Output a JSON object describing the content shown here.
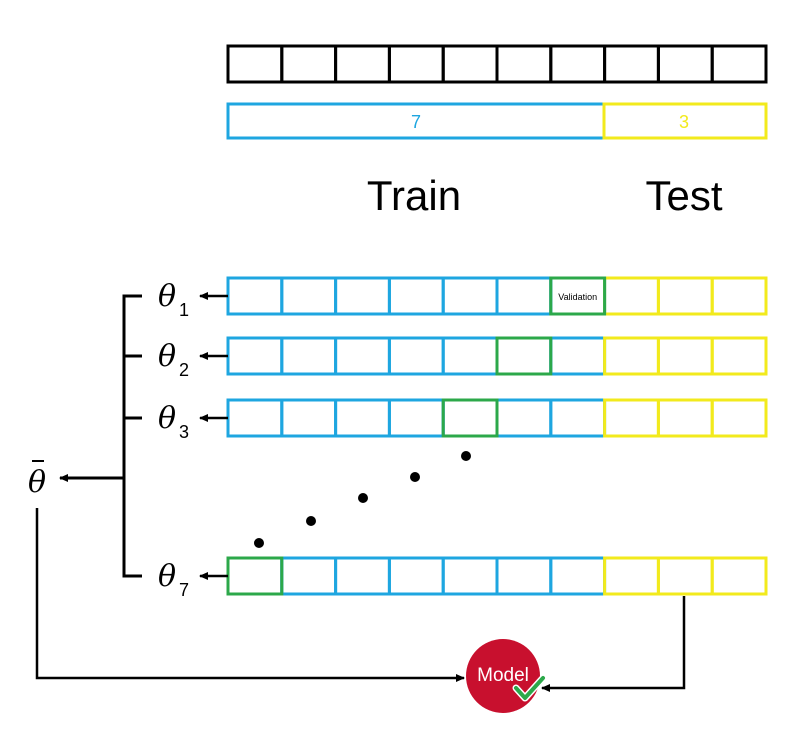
{
  "split": {
    "train_count": "7",
    "test_count": "3",
    "train_label": "Train",
    "test_label": "Test"
  },
  "folds": [
    {
      "symbol": "θ",
      "subscript": "1",
      "validation_index": 6,
      "validation_label": "Validation"
    },
    {
      "symbol": "θ",
      "subscript": "2",
      "validation_index": 5
    },
    {
      "symbol": "θ",
      "subscript": "3",
      "validation_index": 4
    },
    {
      "symbol": "θ",
      "subscript": "7",
      "validation_index": 0
    }
  ],
  "average": {
    "symbol": "θ"
  },
  "model": {
    "label": "Model",
    "check_icon": "check-icon"
  },
  "colors": {
    "black": "#000000",
    "train": "#1ea6e0",
    "test": "#f2ea1c",
    "validation": "#2ca84a",
    "model": "#c8102e",
    "check": "#2ca84a"
  }
}
